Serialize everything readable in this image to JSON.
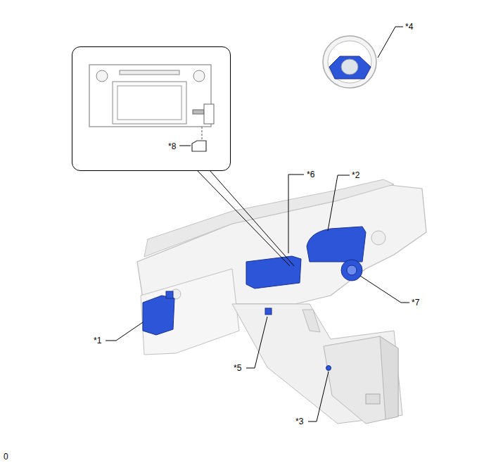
{
  "diagram": {
    "nodes": [
      {
        "text": [
          "*8"
        ]
      }
    ],
    "labels": [
      "*4",
      "*6",
      "*2",
      "*1",
      "*7",
      "*5",
      "*3",
      "0"
    ]
  }
}
